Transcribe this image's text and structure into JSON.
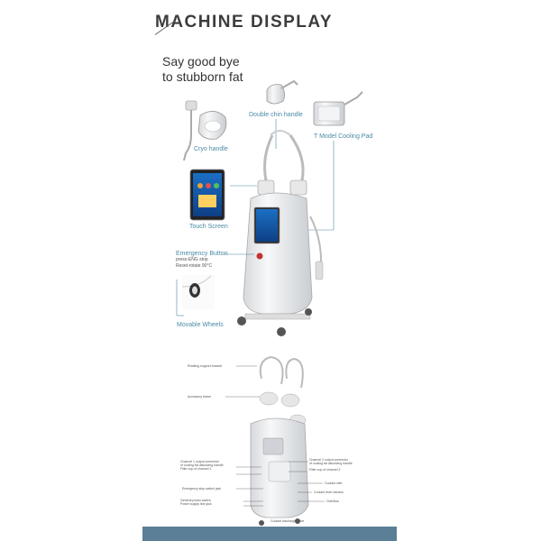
{
  "header": {
    "title": "MACHINE DISPLAY",
    "subtitle_line1": "Say good bye",
    "subtitle_line2": "to stubborn fat"
  },
  "top_labels": {
    "double_chin_handle": "Double chin handle",
    "cryo_handle": "Cryo handle",
    "t_model_cooling_pad": "T Model Cooling Pad",
    "touch_screen": "Touch Screen",
    "emergency_button": "Emergency Button",
    "emergency_line1": "press-ENG stop",
    "emergency_line2": "Reset-rotate 90°C",
    "movable_wheels": "Movable Wheels"
  },
  "bottom_labels": {
    "rotating_support_bracket": "Rotating support bracket",
    "accessory_frame": "Accessory frame",
    "channel1_line1": "Channel 1 output connector",
    "channel1_line2": "of cooling fat dissolving handle",
    "filter_cup_1": "Filter cup of channel 1",
    "channel2_line1": "Channel 2 output connector",
    "channel2_line2": "of cooling fat dissolving handle",
    "filter_cup_2": "Filter cup of channel 2",
    "coolant_inlet": "Coolant inlet",
    "emergency_stop_jack": "Emergency stop switch jack",
    "coolant_level_window": "Coolant level window",
    "general_power_switch": "General power switch",
    "power_supply_jack": "Power supply line jack",
    "overflow": "Overflow",
    "coolant_discharge": "Coolant discharge valve"
  },
  "colors": {
    "accent": "#4a8aa6",
    "bar": "#5a7f96",
    "title": "#3c3c3c"
  }
}
